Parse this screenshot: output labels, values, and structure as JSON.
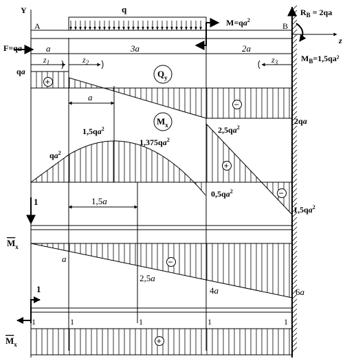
{
  "title": "",
  "beam": {
    "axes": {
      "y": "Y",
      "z": "z"
    },
    "points": {
      "a": "A",
      "b": "B"
    },
    "load_q": "q",
    "moment_load": "M=qa²",
    "force_left": "F=qa",
    "reaction_force": "R",
    "reaction_force_sub": "B",
    "reaction_force_val": " = 2qa",
    "reaction_moment": "M",
    "reaction_moment_sub": "B",
    "reaction_moment_val": "=1,5qa²",
    "dimensions": [
      "a",
      "3a",
      "2a"
    ],
    "coordinates": [
      {
        "label": "z",
        "sub": "1"
      },
      {
        "label": "z",
        "sub": "2"
      },
      {
        "label": "z",
        "sub": "3"
      }
    ]
  },
  "qy_diagram": {
    "label": "Q",
    "label_sub": "y",
    "left_value": "qa",
    "right_value": "2qa",
    "offset_dim": "a",
    "signs": [
      "+",
      "−"
    ]
  },
  "mx_diagram": {
    "label": "M",
    "label_sub": "x",
    "values": [
      "qa²",
      "1,5qa²",
      "1,375qa²",
      "2,5qa²",
      "0,5qa²",
      "1,5qa²"
    ],
    "dim": "1,5a",
    "signs": [
      "+",
      "−"
    ]
  },
  "unit_force": {
    "label": "1",
    "diagram_label": "M",
    "diagram_sub": "x",
    "values": [
      "a",
      "2,5a",
      "4a",
      "6a"
    ],
    "sign": "−"
  },
  "unit_moment": {
    "label": "1",
    "diagram_label": "M",
    "diagram_sub": "x",
    "values": [
      "1",
      "1",
      "1",
      "1",
      "1"
    ],
    "sign": "+"
  }
}
